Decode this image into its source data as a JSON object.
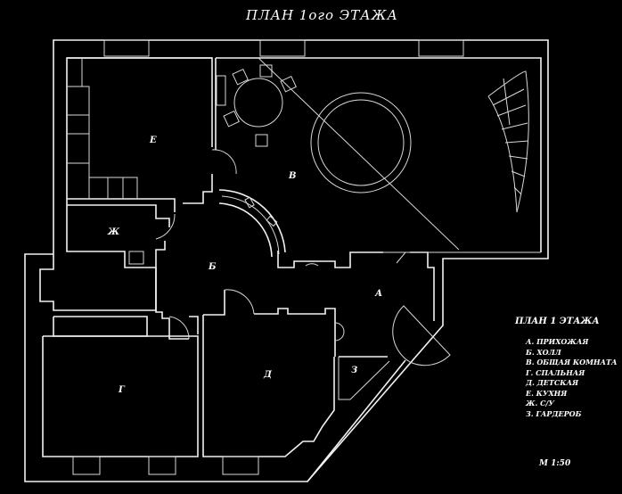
{
  "title": "ПЛАН 1ого ЭТАЖА",
  "rooms": {
    "a": "А",
    "b": "Б",
    "v": "В",
    "g": "Г",
    "d": "Д",
    "e": "Е",
    "zh": "Ж",
    "z": "З"
  },
  "legend": {
    "title": "ПЛАН 1 ЭТАЖА",
    "items": [
      "А. ПРИХОЖАЯ",
      "Б. ХОЛЛ",
      "В. ОБЩАЯ КОМНАТА",
      "Г. СПАЛЬНАЯ",
      "Д. ДЕТСКАЯ",
      "Е. КУХНЯ",
      "Ж. С/У",
      "З. ГАРДЕРОБ"
    ]
  },
  "scale": "М 1:50",
  "colors": {
    "background": "#000000",
    "lines": "#f2f2f2"
  }
}
